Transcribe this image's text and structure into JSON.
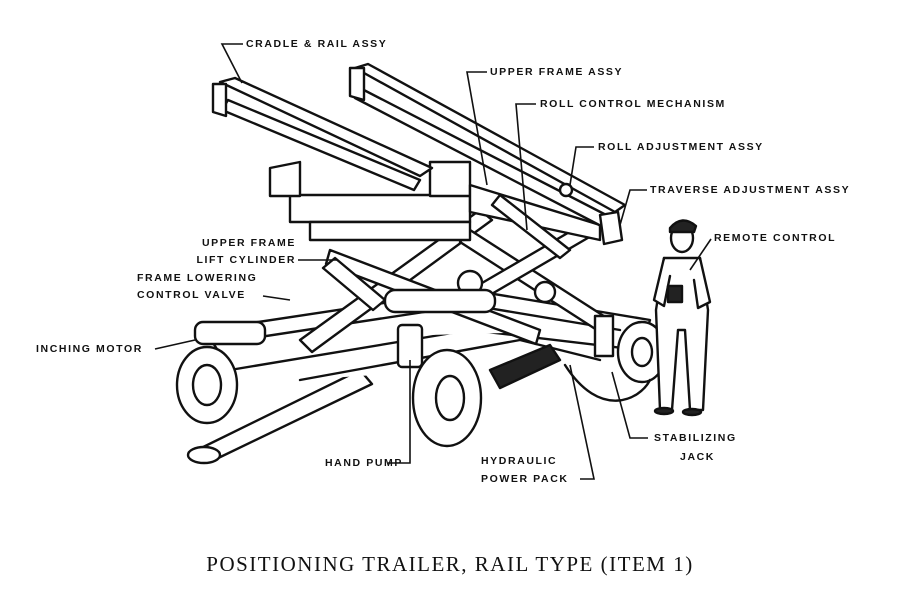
{
  "labels": {
    "cradle_rail": "CRADLE & RAIL ASSY",
    "upper_frame": "UPPER FRAME ASSY",
    "roll_control": "ROLL CONTROL MECHANISM",
    "roll_adjustment": "ROLL ADJUSTMENT ASSY",
    "traverse_adjustment": "TRAVERSE ADJUSTMENT ASSY",
    "remote_control": "REMOTE CONTROL",
    "upper_frame_lift_1": "UPPER FRAME",
    "upper_frame_lift_2": "LIFT CYLINDER",
    "frame_lowering_1": "FRAME LOWERING",
    "frame_lowering_2": "CONTROL VALVE",
    "inching_motor": "INCHING MOTOR",
    "hand_pump": "HAND PUMP",
    "hydraulic_power_pack_1": "HYDRAULIC",
    "hydraulic_power_pack_2": "POWER PACK",
    "stabilizing_jack_1": "STABILIZING",
    "stabilizing_jack_2": "JACK"
  },
  "caption": "POSITIONING TRAILER, RAIL TYPE (ITEM 1)"
}
